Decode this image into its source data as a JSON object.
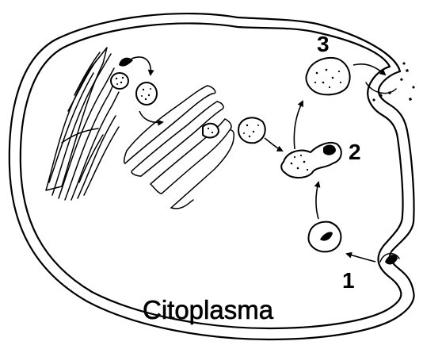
{
  "labels": {
    "step_1": "1",
    "step_2": "2",
    "step_3": "3",
    "cytoplasm": "Citoplasma"
  }
}
